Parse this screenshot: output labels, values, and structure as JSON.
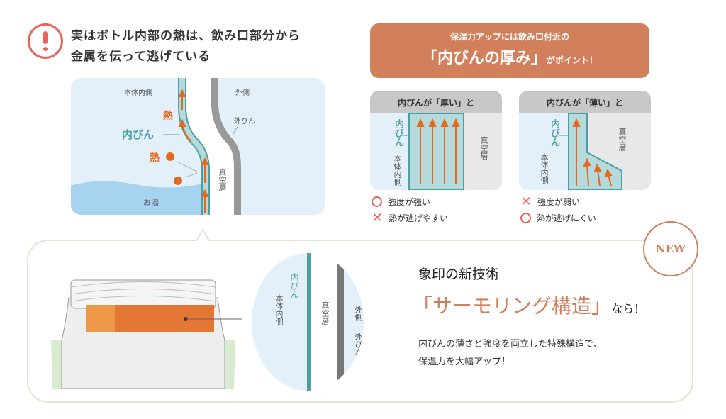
{
  "header": {
    "line1": "実はボトル内部の熱は、飲み口部分から",
    "line2": "金属を伝って逃げている"
  },
  "left_diagram": {
    "inside_label": "本体内側",
    "outside_label": "外側",
    "heat_label_1": "熱",
    "heat_label_2": "熱",
    "inner_bottle_label": "内びん",
    "outer_bottle_label": "外びん",
    "vacuum_label": "真空層",
    "hot_water_label": "お湯"
  },
  "banner": {
    "subtitle": "保温力アップには飲み口付近の",
    "headline": "「内びんの厚み」",
    "suffix": "がポイント！"
  },
  "cards": [
    {
      "title": "内びんが「厚い」と",
      "inner_label": "内びん",
      "inside_label": "本体内側",
      "vacuum_label": "真空層",
      "points": [
        {
          "mark": "circle",
          "text": "強度が強い"
        },
        {
          "mark": "cross",
          "text": "熱が逃げやすい"
        }
      ]
    },
    {
      "title": "内びんが「薄い」と",
      "inner_label": "内びん",
      "inside_label": "本体内側",
      "vacuum_label": "真空層",
      "points": [
        {
          "mark": "cross",
          "text": "強度が弱い"
        },
        {
          "mark": "circle",
          "text": "熱が逃げにくい"
        }
      ]
    }
  ],
  "bottom": {
    "badge": "NEW",
    "intro": "象印の新技術",
    "tech_name": "「サーモリング構造」",
    "tech_suffix": "なら！",
    "body_line1": "内びんの薄さと強度を両立した特殊構造で、",
    "body_line2": "保温力を大幅アップ！",
    "circle_labels": {
      "inner_bottle": "内びん",
      "inside": "本体内側",
      "vacuum": "真空層",
      "outside": "外側",
      "outer_bottle": "外びん"
    }
  },
  "colors": {
    "accent_orange": "#d27f5b",
    "arrow_orange": "#e2691e",
    "warning_red": "#e8635a",
    "teal": "#4aa0a3",
    "light_blue": "#e3f0fa",
    "water_blue": "#a5d3f0"
  }
}
